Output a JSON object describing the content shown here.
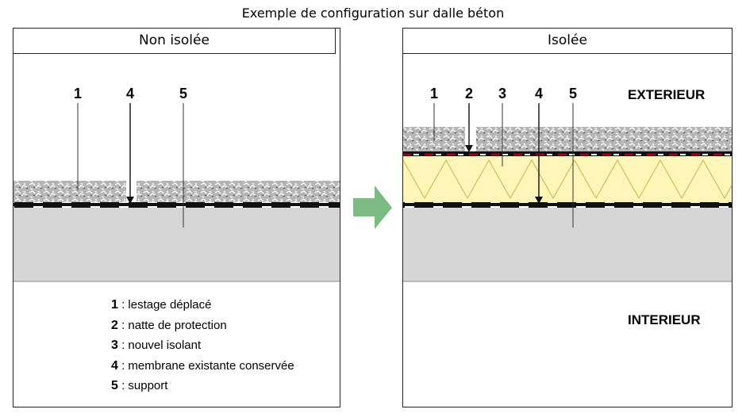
{
  "title": "Exemple de configuration sur dalle béton",
  "panels": {
    "left": {
      "header": "Non isolée",
      "markers": [
        "1",
        "4",
        "5"
      ]
    },
    "right": {
      "header": "Isolée",
      "markers": [
        "1",
        "2",
        "3",
        "4",
        "5"
      ]
    }
  },
  "zones": {
    "exterior": "EXTERIEUR",
    "interior": "INTERIEUR"
  },
  "legend": [
    {
      "num": "1",
      "text": " : lestage déplacé"
    },
    {
      "num": "2",
      "text": " : natte de protection"
    },
    {
      "num": "3",
      "text": " : nouvel isolant"
    },
    {
      "num": "4",
      "text": " : membrane existante conservée"
    },
    {
      "num": "5",
      "text": " : support"
    }
  ],
  "colors": {
    "slab": "#d6d6d6",
    "insulation": "#fdf6b8",
    "protection": "#a0001c",
    "arrow": "#7dbb84",
    "gravel": "#9a9a9a"
  }
}
